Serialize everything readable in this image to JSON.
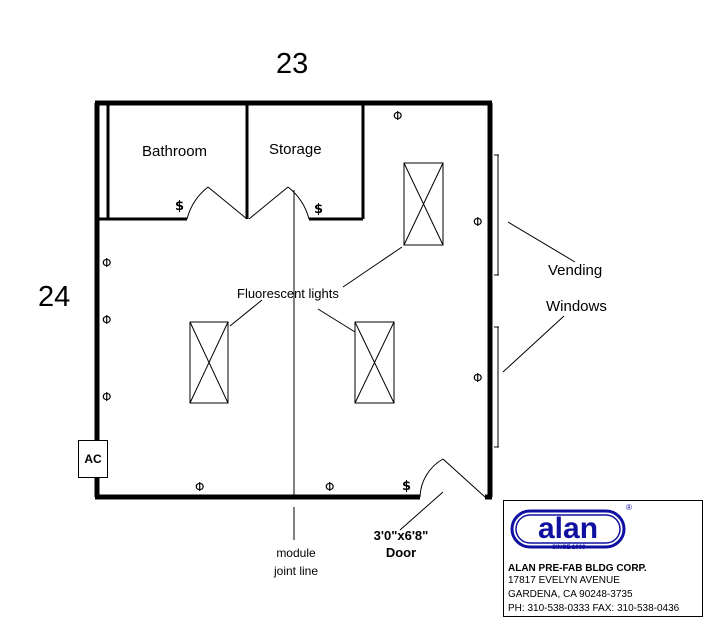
{
  "dimensions": {
    "width_label": "23",
    "depth_label": "24"
  },
  "rooms": {
    "bathroom": "Bathroom",
    "storage": "Storage"
  },
  "annotations": {
    "fluorescent_lights": "Fluorescent lights",
    "vending": "Vending",
    "windows": "Windows",
    "module_joint_line": [
      "module",
      "joint line"
    ],
    "door": [
      "3'0\"x6'8\"",
      "Door"
    ]
  },
  "symbols": {
    "switch": "$",
    "outlet": "Φ",
    "ac": "AC"
  },
  "title_block": {
    "logo_text": "alan",
    "logo_since": "SINCE 1966",
    "logo_mark": "®",
    "company": "ALAN PRE-FAB BLDG CORP.",
    "street": "17817 EVELYN AVENUE",
    "city": "GARDENA, CA 90248-3735",
    "phone_fax": "PH: 310-538-0333  FAX: 310-538-0436"
  },
  "colors": {
    "line": "#000000",
    "logo": "#1010a0",
    "background": "#ffffff"
  }
}
